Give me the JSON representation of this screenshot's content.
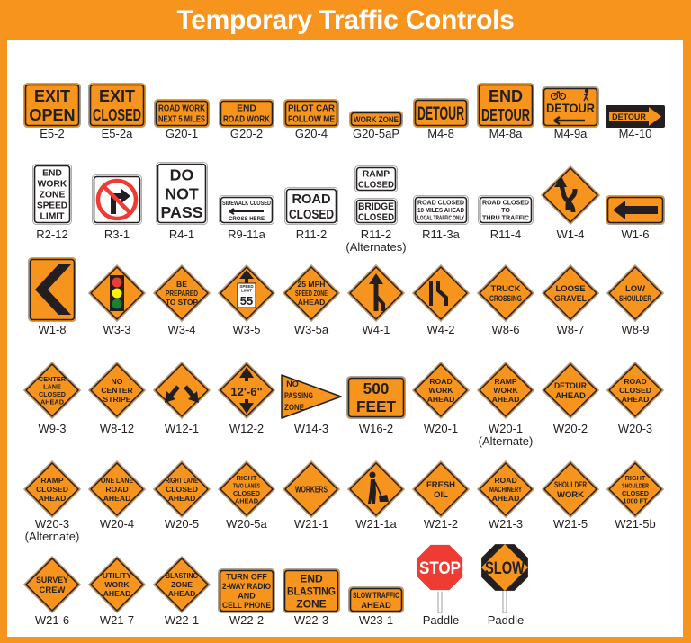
{
  "title": "Temporary Traffic Controls",
  "colors": {
    "frame": "#f7941d",
    "sign_orange": "#f7941d",
    "black": "#231f20",
    "stop_red": "#ee3b33",
    "white": "#ffffff"
  },
  "rows": [
    [
      {
        "code": "E5-2",
        "shape": "rect",
        "lines": [
          "EXIT",
          "OPEN"
        ]
      },
      {
        "code": "E5-2a",
        "shape": "rect",
        "lines": [
          "EXIT",
          "CLOSED"
        ]
      },
      {
        "code": "G20-1",
        "shape": "rect",
        "lines": [
          "ROAD WORK",
          "NEXT 5 MILES"
        ]
      },
      {
        "code": "G20-2",
        "shape": "rect",
        "lines": [
          "END",
          "ROAD WORK"
        ]
      },
      {
        "code": "G20-4",
        "shape": "rect",
        "lines": [
          "PILOT CAR",
          "FOLLOW ME"
        ]
      },
      {
        "code": "G20-5aP",
        "shape": "rect",
        "lines": [
          "WORK  ZONE"
        ]
      },
      {
        "code": "M4-8",
        "shape": "rect",
        "lines": [
          "DETOUR"
        ]
      },
      {
        "code": "M4-8a",
        "shape": "rect",
        "lines": [
          "END",
          "DETOUR"
        ]
      },
      {
        "code": "M4-9a",
        "shape": "rect",
        "symbol": "bike-ped-arrow-left",
        "lines": [
          "DETOUR"
        ]
      },
      {
        "code": "M4-10",
        "shape": "detour-arrow",
        "lines": [
          "DETOUR"
        ]
      }
    ],
    [
      {
        "code": "R2-12",
        "shape": "rect-white",
        "lines": [
          "END",
          "WORK",
          "ZONE",
          "SPEED",
          "LIMIT"
        ]
      },
      {
        "code": "R3-1",
        "shape": "no-right-turn"
      },
      {
        "code": "R4-1",
        "shape": "rect-white",
        "lines": [
          "DO",
          "NOT",
          "PASS"
        ]
      },
      {
        "code": "R9-11a",
        "shape": "rect-white",
        "symbol": "arrow-left",
        "lines": [
          "SIDEWALK CLOSED",
          "CROSS HERE"
        ]
      },
      {
        "code": "R11-2",
        "shape": "rect-white",
        "lines": [
          "ROAD",
          "CLOSED"
        ]
      },
      {
        "code": "R11-2",
        "note": "(Alternates)",
        "shape": "stacked-white",
        "lines": [
          "RAMP",
          "CLOSED",
          "BRIDGE",
          "CLOSED"
        ]
      },
      {
        "code": "R11-3a",
        "shape": "rect-white",
        "lines": [
          "ROAD CLOSED",
          "10 MILES AHEAD",
          "LOCAL TRAFFIC ONLY"
        ]
      },
      {
        "code": "R11-4",
        "shape": "rect-white",
        "lines": [
          "ROAD   CLOSED",
          "TO",
          "THRU   TRAFFIC"
        ]
      },
      {
        "code": "W1-4",
        "shape": "diamond",
        "symbol": "reverse-curve-icon"
      },
      {
        "code": "W1-6",
        "shape": "arrow-rect"
      }
    ],
    [
      {
        "code": "W1-8",
        "shape": "chevron"
      },
      {
        "code": "W3-3",
        "shape": "diamond",
        "symbol": "traffic-signal-icon"
      },
      {
        "code": "W3-4",
        "shape": "diamond",
        "lines": [
          "BE",
          "PREPARED",
          "TO STOP"
        ]
      },
      {
        "code": "W3-5",
        "shape": "diamond",
        "symbol": "speed-limit-icon",
        "lines": [
          "SPEED",
          "LIMIT",
          "55"
        ]
      },
      {
        "code": "W3-5a",
        "shape": "diamond",
        "lines": [
          "25 MPH",
          "SPEED ZONE",
          "AHEAD"
        ]
      },
      {
        "code": "W4-1",
        "shape": "diamond",
        "symbol": "merge-icon"
      },
      {
        "code": "W4-2",
        "shape": "diamond",
        "symbol": "lane-ends-icon"
      },
      {
        "code": "W8-6",
        "shape": "diamond",
        "lines": [
          "TRUCK",
          "CROSSING"
        ]
      },
      {
        "code": "W8-7",
        "shape": "diamond",
        "lines": [
          "LOOSE",
          "GRAVEL"
        ]
      },
      {
        "code": "W8-9",
        "shape": "diamond",
        "lines": [
          "LOW",
          "SHOULDER"
        ]
      }
    ],
    [
      {
        "code": "W9-3",
        "shape": "diamond",
        "lines": [
          "CENTER",
          "LANE",
          "CLOSED",
          "AHEAD"
        ]
      },
      {
        "code": "W8-12",
        "shape": "diamond",
        "lines": [
          "NO",
          "CENTER",
          "STRIPE"
        ]
      },
      {
        "code": "W12-1",
        "shape": "diamond",
        "symbol": "double-arrow-icon"
      },
      {
        "code": "W12-2",
        "shape": "diamond",
        "symbol": "clearance-icon",
        "lines": [
          "12'-6\""
        ]
      },
      {
        "code": "W14-3",
        "shape": "pennant",
        "lines": [
          "NO",
          "PASSING",
          "ZONE"
        ]
      },
      {
        "code": "W16-2",
        "shape": "rect",
        "lines": [
          "500",
          "FEET"
        ]
      },
      {
        "code": "W20-1",
        "shape": "diamond",
        "lines": [
          "ROAD",
          "WORK",
          "AHEAD"
        ]
      },
      {
        "code": "W20-1",
        "note": "(Alternate)",
        "shape": "diamond",
        "lines": [
          "RAMP",
          "WORK",
          "AHEAD"
        ]
      },
      {
        "code": "W20-2",
        "shape": "diamond",
        "lines": [
          "DETOUR",
          "AHEAD"
        ]
      },
      {
        "code": "W20-3",
        "shape": "diamond",
        "lines": [
          "ROAD",
          "CLOSED",
          "AHEAD"
        ]
      }
    ],
    [
      {
        "code": "W20-3",
        "note": "(Alternate)",
        "shape": "diamond",
        "lines": [
          "RAMP",
          "CLOSED",
          "AHEAD"
        ]
      },
      {
        "code": "W20-4",
        "shape": "diamond",
        "lines": [
          "ONE LANE",
          "ROAD",
          "AHEAD"
        ]
      },
      {
        "code": "W20-5",
        "shape": "diamond",
        "lines": [
          "RIGHT LANE",
          "CLOSED",
          "AHEAD"
        ]
      },
      {
        "code": "W20-5a",
        "shape": "diamond",
        "lines": [
          "RIGHT",
          "TWO LANES",
          "CLOSED",
          "AHEAD"
        ]
      },
      {
        "code": "W21-1",
        "shape": "diamond",
        "lines": [
          "WORKERS"
        ]
      },
      {
        "code": "W21-1a",
        "shape": "diamond",
        "symbol": "worker-icon"
      },
      {
        "code": "W21-2",
        "shape": "diamond",
        "lines": [
          "FRESH",
          "OIL"
        ]
      },
      {
        "code": "W21-3",
        "shape": "diamond",
        "lines": [
          "ROAD",
          "MACHINERY",
          "AHEAD"
        ]
      },
      {
        "code": "W21-5",
        "shape": "diamond",
        "lines": [
          "SHOULDER",
          "WORK"
        ]
      },
      {
        "code": "W21-5b",
        "shape": "diamond",
        "lines": [
          "RIGHT",
          "SHOULDER",
          "CLOSED",
          "1000 FT"
        ]
      }
    ],
    [
      {
        "code": "W21-6",
        "shape": "diamond",
        "lines": [
          "SURVEY",
          "CREW"
        ]
      },
      {
        "code": "W21-7",
        "shape": "diamond",
        "lines": [
          "UTILITY",
          "WORK",
          "AHEAD"
        ]
      },
      {
        "code": "W22-1",
        "shape": "diamond",
        "lines": [
          "BLASTING",
          "ZONE",
          "AHEAD"
        ]
      },
      {
        "code": "W22-2",
        "shape": "rect",
        "lines": [
          "TURN OFF",
          "2-WAY RADIO",
          "AND",
          "CELL PHONE"
        ]
      },
      {
        "code": "W22-3",
        "shape": "rect",
        "lines": [
          "END",
          "BLASTING",
          "ZONE"
        ]
      },
      {
        "code": "W23-1",
        "shape": "rect",
        "lines": [
          "SLOW TRAFFIC",
          "AHEAD"
        ]
      },
      {
        "code": "Paddle",
        "shape": "stop-paddle",
        "lines": [
          "STOP"
        ]
      },
      {
        "code": "Paddle",
        "shape": "slow-paddle",
        "lines": [
          "SLOW"
        ]
      }
    ]
  ]
}
